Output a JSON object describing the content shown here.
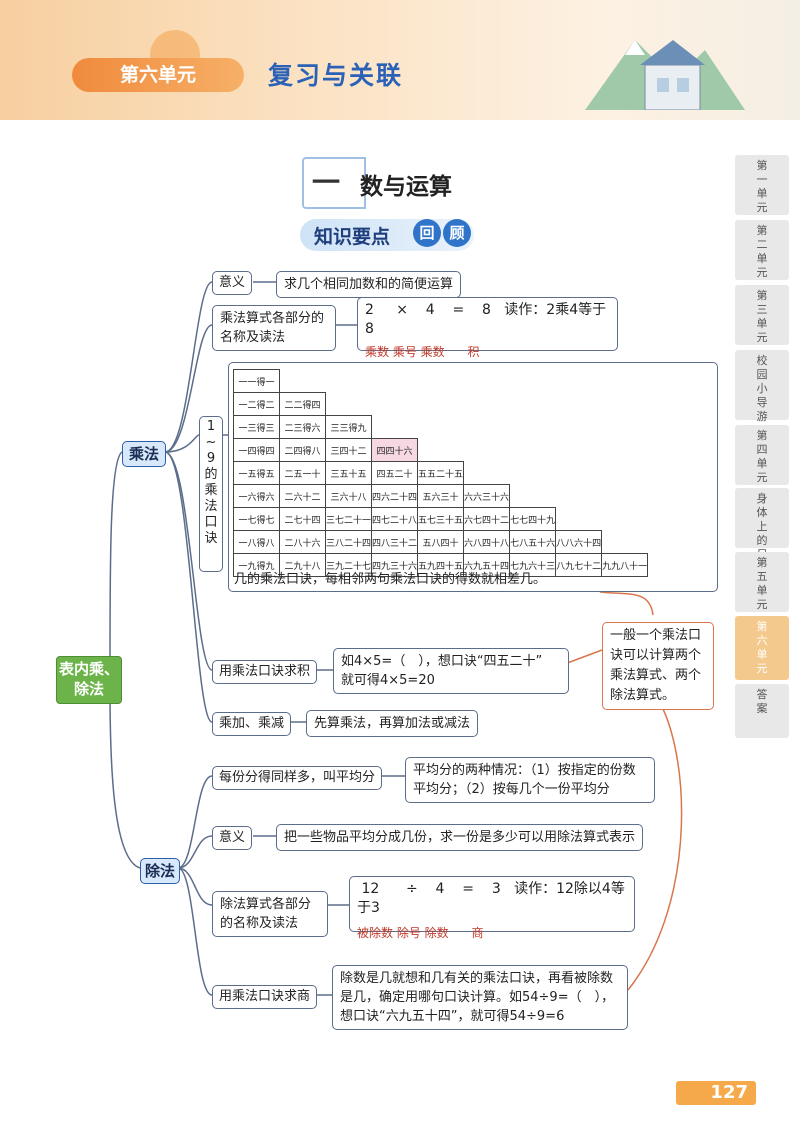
{
  "header": {
    "unit": "第六单元",
    "title": "复习与关联"
  },
  "section": {
    "number": "一",
    "title": "数与运算"
  },
  "subhead": {
    "text": "知识要点",
    "circle1": "回",
    "circle2": "顾"
  },
  "root": {
    "label": "表内乘、除法"
  },
  "mult": {
    "label": "乘法",
    "meaning_label": "意义",
    "meaning_text": "求几个相同加数和的简便运算",
    "parts_label": "乘法算式各部分的名称及读法",
    "expr": {
      "a": "2",
      "op": "×",
      "b": "4",
      "eq": "=",
      "c": "8",
      "read": "读作：2乘4等于8",
      "names": "乘数 乘号 乘数",
      "product": "积"
    },
    "table_label_top": "1~9",
    "table_label": "的乘法口诀",
    "table": [
      [
        "一一得一"
      ],
      [
        "一二得二",
        "二二得四"
      ],
      [
        "一三得三",
        "二三得六",
        "三三得九"
      ],
      [
        "一四得四",
        "二四得八",
        "三四十二",
        "四四十六"
      ],
      [
        "一五得五",
        "二五一十",
        "三五十五",
        "四五二十",
        "五五二十五"
      ],
      [
        "一六得六",
        "二六十二",
        "三六十八",
        "四六二十四",
        "五六三十",
        "六六三十六"
      ],
      [
        "一七得七",
        "二七十四",
        "三七二十一",
        "四七二十八",
        "五七三十五",
        "六七四十二",
        "七七四十九"
      ],
      [
        "一八得八",
        "二八十六",
        "三八二十四",
        "四八三十二",
        "五八四十",
        "六八四十八",
        "七八五十六",
        "八八六十四"
      ],
      [
        "一九得九",
        "二九十八",
        "三九二十七",
        "四九三十六",
        "五九四十五",
        "六九五十四",
        "七九六十三",
        "八九七十二",
        "九九八十一"
      ]
    ],
    "table_note": "几的乘法口诀，每相邻两句乘法口诀的得数就相差几。",
    "use_label": "用乘法口诀求积",
    "use_text1": "如4×5=（　），想口诀“四五二十”",
    "use_text2": "就可得4×5=20",
    "mix_label": "乘加、乘减",
    "mix_text": "先算乘法，再算加法或减法"
  },
  "note": {
    "text": "一般一个乘法口诀可以计算两个乘法算式、两个除法算式。"
  },
  "div": {
    "label": "除法",
    "avg_label": "每份分得同样多，叫平均分",
    "avg_text": "平均分的两种情况：（1）按指定的份数平均分；（2）按每几个一份平均分",
    "meaning_label": "意义",
    "meaning_text": "把一些物品平均分成几份，求一份是多少可以用除法算式表示",
    "parts_label": "除法算式各部分的名称及读法",
    "expr": {
      "a": "12",
      "op": "÷",
      "b": "4",
      "eq": "=",
      "c": "3",
      "read": "读作：12除以4等于3",
      "names": "被除数 除号 除数",
      "quotient": "商"
    },
    "use_label": "用乘法口诀求商",
    "use_text": "除数是几就想和几有关的乘法口诀，再看被除数是几，确定用哪句口诀计算。如54÷9=（　），想口诀“六九五十四”，就可得54÷9=6"
  },
  "tabs": [
    "第一单元",
    "第二单元",
    "第三单元",
    "校园小导游",
    "第四单元",
    "身体上的尺子",
    "第五单元",
    "第六单元",
    "答案"
  ],
  "footer": {
    "page": "127"
  }
}
